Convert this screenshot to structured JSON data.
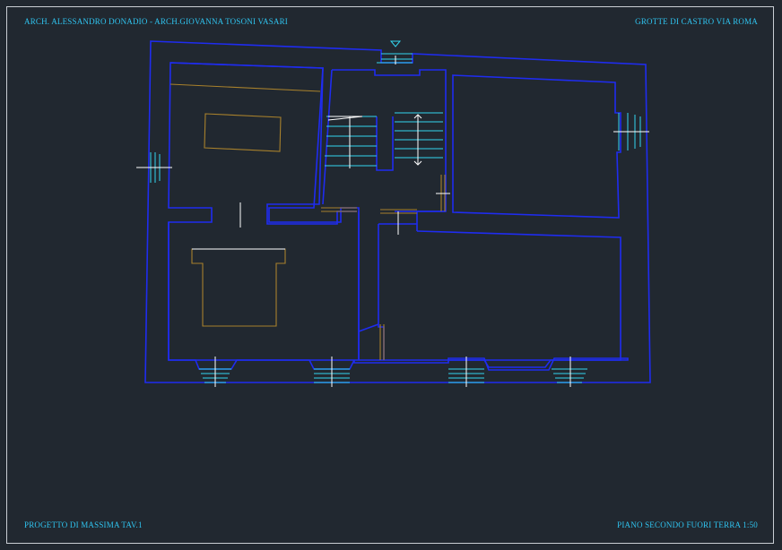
{
  "titles": {
    "architects": "ARCH. ALESSANDRO DONADIO - ARCH.GIOVANNA TOSONI VASARI",
    "location": "GROTTE DI CASTRO VIA ROMA",
    "project": "PROGETTO DI MASSIMA TAV.1",
    "floor_scale": "PIANO SECONDO FUORI TERRA 1:50"
  },
  "colors": {
    "background": "#212830",
    "text": "#2fc4f0",
    "walls": "#1f2cf0",
    "furniture": "#a8812c",
    "stairs_windows": "#33d6f0",
    "frame": "#c9ced4"
  }
}
